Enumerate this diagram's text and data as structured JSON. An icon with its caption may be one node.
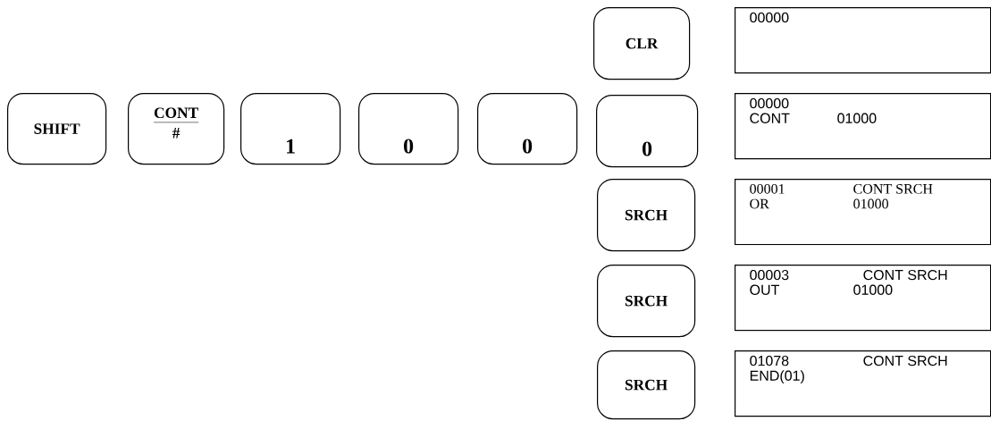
{
  "diagram": {
    "nodes": [
      {
        "text": [
          "CLR"
        ]
      },
      {
        "text": [
          "00000"
        ]
      },
      {
        "text": [
          "SHIFT"
        ]
      },
      {
        "text": [
          "CONT",
          "#"
        ]
      },
      {
        "text": [
          "1"
        ]
      },
      {
        "text": [
          "0"
        ]
      },
      {
        "text": [
          "0"
        ]
      },
      {
        "text": [
          "0"
        ]
      },
      {
        "text": [
          "00000",
          "CONT",
          "01000"
        ]
      },
      {
        "text": [
          "SRCH"
        ]
      },
      {
        "text": [
          "00001",
          "CONT  SRCH",
          "OR",
          "01000"
        ]
      },
      {
        "text": [
          "SRCH"
        ]
      },
      {
        "text": [
          "00003",
          "CONT SRCH",
          "OUT",
          "01000"
        ]
      },
      {
        "text": [
          "SRCH"
        ]
      },
      {
        "text": [
          "01078",
          "CONT SRCH",
          "END(01)"
        ]
      }
    ]
  }
}
